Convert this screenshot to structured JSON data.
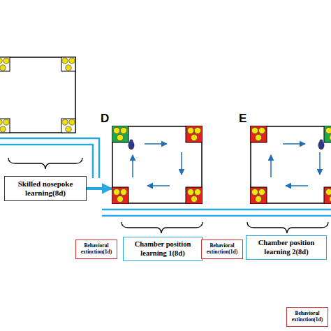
{
  "diagram": {
    "nodes": [
      {
        "text": [
          "D"
        ]
      },
      {
        "text": [
          "E"
        ]
      },
      {
        "text": [
          "Skilled nosepoke learning(8d)"
        ]
      },
      {
        "text": [
          "Behavioral extinction(1d)"
        ]
      },
      {
        "text": [
          "Chamber position learning 1(8d)"
        ]
      },
      {
        "text": [
          "Behavioral extinction(1d)"
        ]
      },
      {
        "text": [
          "Chamber position learning 2(8d)"
        ]
      },
      {
        "text": [
          "Behavioral extinction(1d)"
        ]
      }
    ],
    "edges": [
      {
        "from": 2,
        "to": 0,
        "arrow": "to"
      }
    ]
  }
}
